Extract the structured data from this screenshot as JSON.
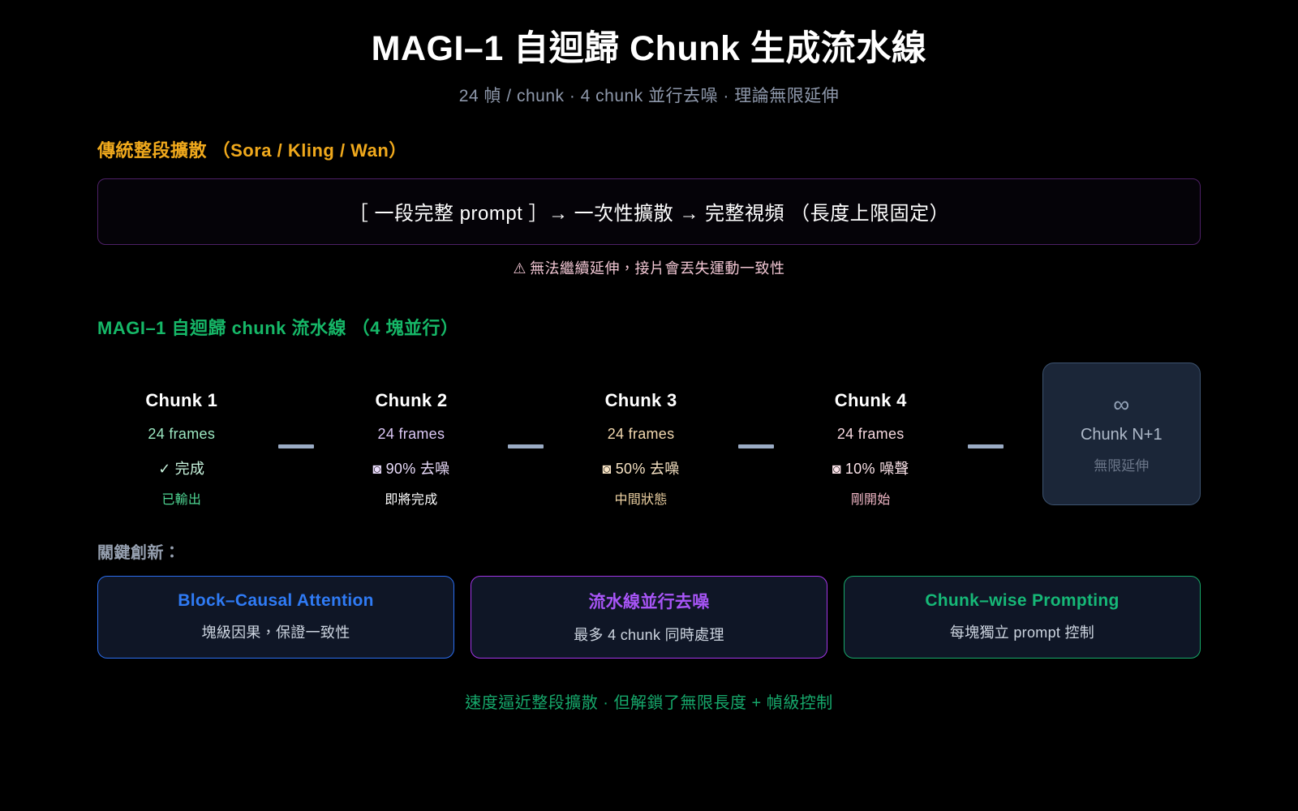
{
  "header": {
    "title": "MAGI–1 自迴歸 Chunk 生成流水線",
    "subtitle": "24 幀 / chunk · 4 chunk 並行去噪 · 理論無限延伸"
  },
  "traditional": {
    "heading": "傳統整段擴散 （Sora / Kling / Wan）",
    "flow_text": "［ 一段完整 prompt ］→ 一次性擴散 → 完整視頻 （長度上限固定）",
    "warning_icon": "⚠",
    "warning": "無法繼續延伸，接片會丟失運動一致性",
    "border_color": "#4d2066"
  },
  "pipeline": {
    "heading": "MAGI–1 自迴歸 chunk 流水線 （4 塊並行）",
    "connector_color": "#9aabc4",
    "chunks": [
      {
        "name": "Chunk 1",
        "frames": "24 frames",
        "glyph": "✓",
        "status": "完成",
        "note": "已輸出",
        "frames_color": "#9ce8c2",
        "status_color": "#c9f5de",
        "note_color": "#4fd693"
      },
      {
        "name": "Chunk 2",
        "frames": "24 frames",
        "glyph": "◙",
        "status": "90% 去噪",
        "note": "即將完成",
        "frames_color": "#ddc9f7",
        "status_color": "#eadcfb",
        "note_color": "#ffffff"
      },
      {
        "name": "Chunk 3",
        "frames": "24 frames",
        "glyph": "◙",
        "status": "50% 去噪",
        "note": "中間狀態",
        "frames_color": "#f3d9b0",
        "status_color": "#f7e3c4",
        "note_color": "#efd3a4"
      },
      {
        "name": "Chunk 4",
        "frames": "24 frames",
        "glyph": "◙",
        "status": "10% 噪聲",
        "note": "剛開始",
        "frames_color": "#f5d7de",
        "status_color": "#fbe3e9",
        "note_color": "#f0b7c6"
      }
    ],
    "infinity": {
      "symbol": "∞",
      "name": "Chunk N+1",
      "note": "無限延伸",
      "bg_color": "#1b2638",
      "border_color": "#3d5370"
    }
  },
  "innovations": {
    "label": "關鍵創新：",
    "cards": [
      {
        "title": "Block–Causal Attention",
        "desc": "塊級因果，保證一致性",
        "accent": "#2f7bf5"
      },
      {
        "title": "流水線並行去噪",
        "desc": "最多 4 chunk 同時處理",
        "accent": "#a855f7"
      },
      {
        "title": "Chunk–wise Prompting",
        "desc": "每塊獨立 prompt 控制",
        "accent": "#16b877"
      }
    ]
  },
  "footer": {
    "text": "速度逼近整段擴散 · 但解鎖了無限長度 + 幀級控制",
    "color": "#16a86b"
  }
}
